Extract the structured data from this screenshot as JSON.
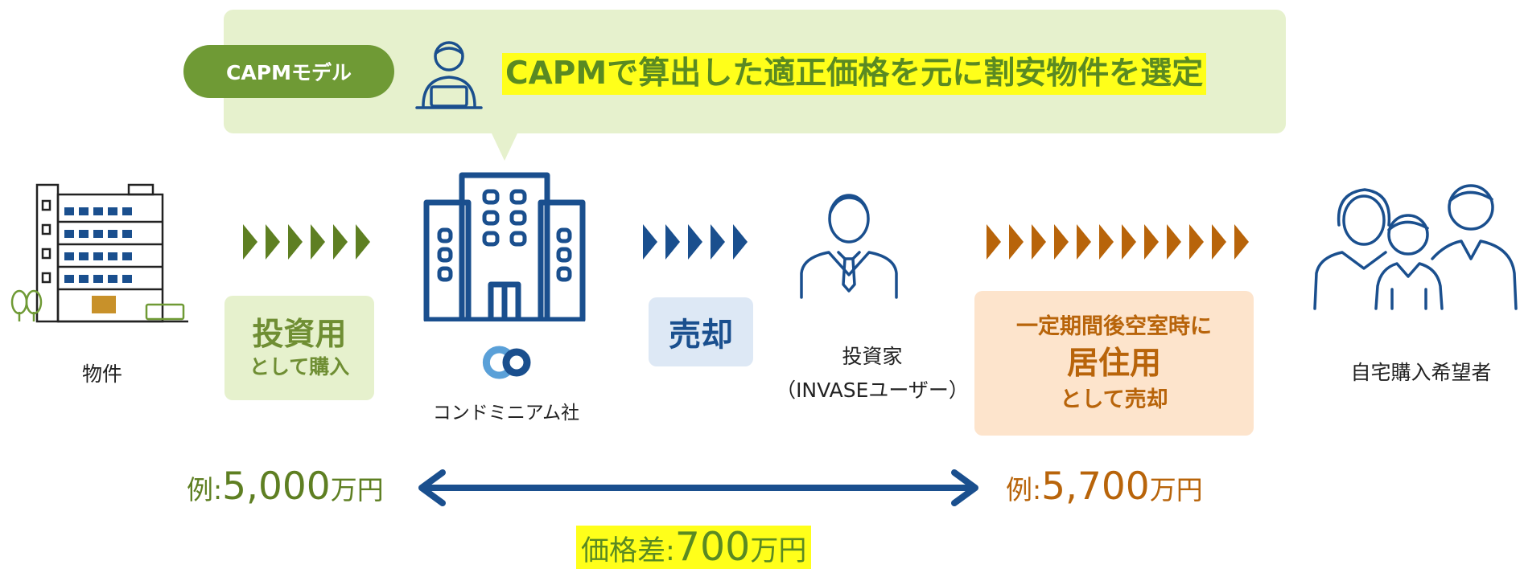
{
  "callout": {
    "pill_label": "CAPMモデル",
    "headline": "CAPMで算出した適正価格を元に割安物件を選定"
  },
  "nodes": {
    "property": {
      "label": "物件"
    },
    "company": {
      "label": "コンドミニアム社"
    },
    "investor": {
      "label_line1": "投資家",
      "label_line2": "（INVASEユーザー）"
    },
    "buyer": {
      "label": "自宅購入希望者"
    }
  },
  "steps": {
    "purchase": {
      "line1": "投資用",
      "line2": "として購入"
    },
    "sale": {
      "label": "売却"
    },
    "resale": {
      "line1": "一定期間後空室時に",
      "line2": "居住用",
      "line3": "として売却"
    }
  },
  "prices": {
    "left": {
      "prefix": "例:",
      "amount": "5,000",
      "unit": "万円"
    },
    "right": {
      "prefix": "例:",
      "amount": "5,700",
      "unit": "万円"
    },
    "diff": {
      "prefix": "価格差:",
      "amount": "700",
      "unit": "万円"
    }
  },
  "colors": {
    "green": "#6f9a35",
    "navy": "#1a4f8e",
    "orange": "#b8640a",
    "highlight": "#ffff1a",
    "callout_bg": "#e6f1cd"
  },
  "icons": {
    "property": "apartment-building-icon",
    "company": "office-building-icon",
    "logo": "company-logo-icon",
    "investor": "businessman-icon",
    "buyer": "family-icon",
    "analyst": "person-laptop-icon"
  }
}
